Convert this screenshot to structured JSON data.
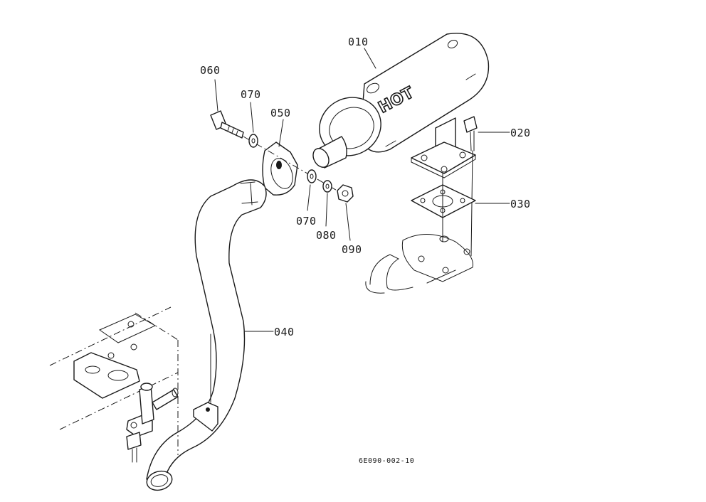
{
  "labels": {
    "muffler": "010",
    "muffler_bolt": "020",
    "gasket": "030",
    "tail_pipe": "040",
    "clamp": "050",
    "clamp_bolt": "060",
    "washer_upper": "070",
    "washer_lower": "070",
    "spring_washer": "080",
    "nut": "090"
  },
  "muffler_marking": "HOT",
  "drawing_code": "6E090-002-10"
}
